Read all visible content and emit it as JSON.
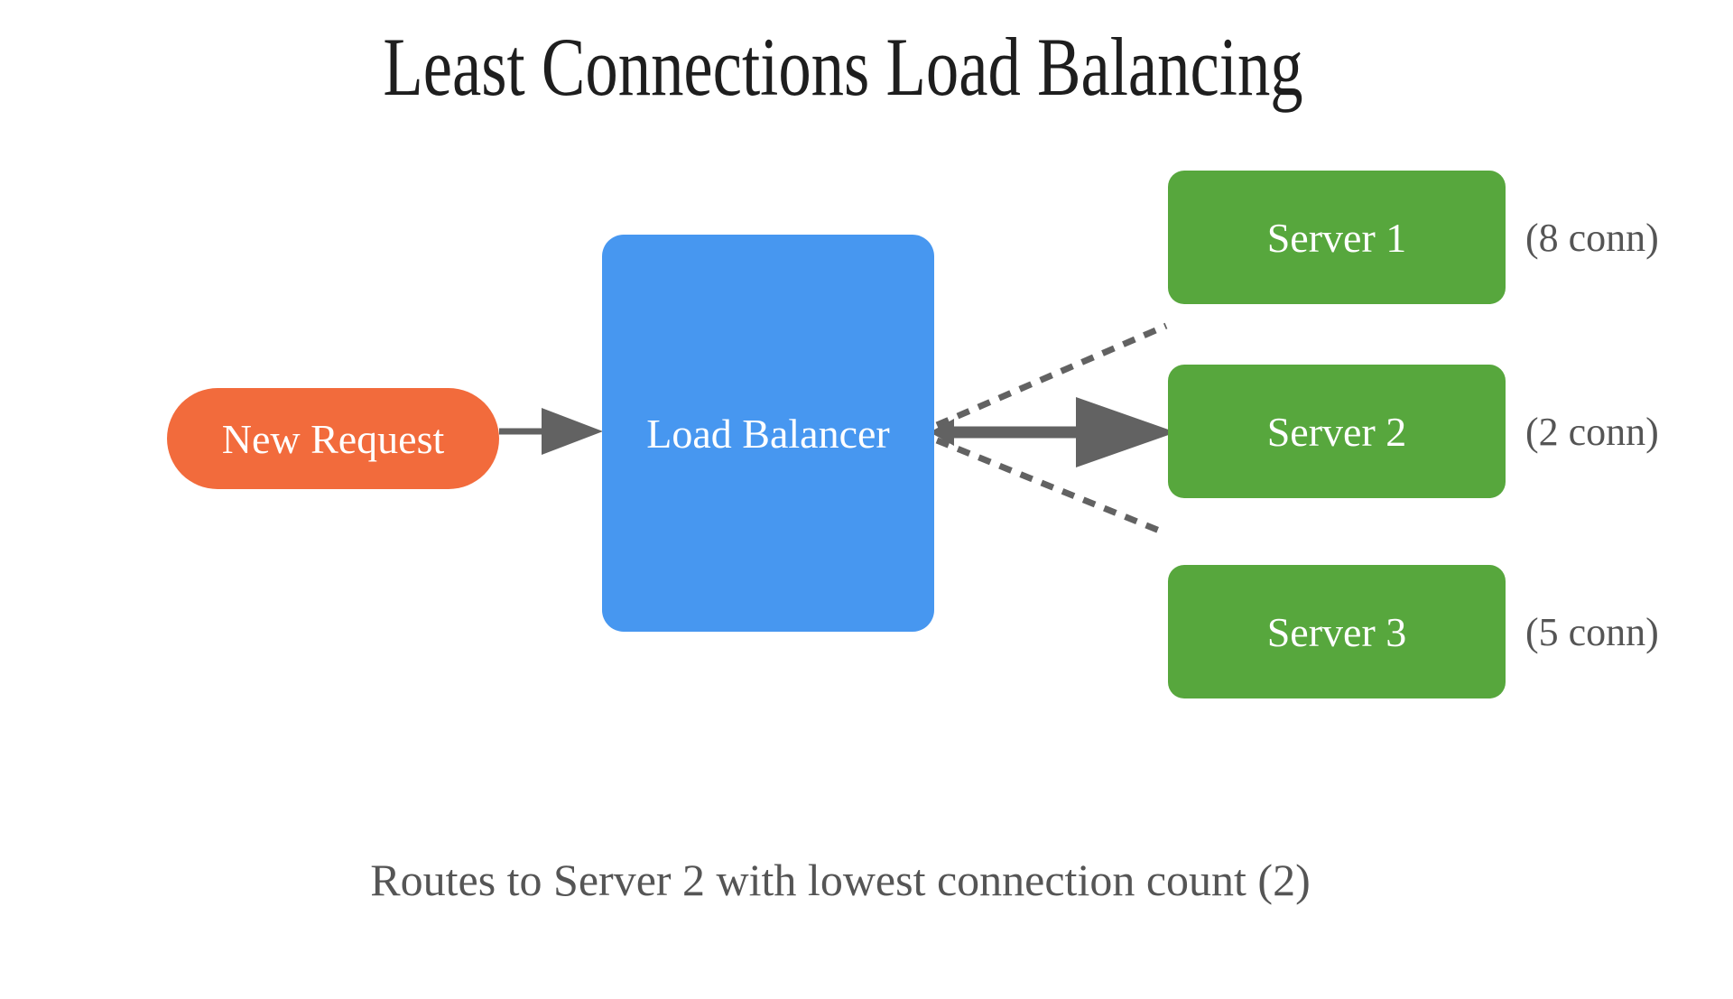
{
  "title": "Least Connections Load Balancing",
  "caption": "Routes to Server 2 with lowest connection count (2)",
  "nodes": {
    "request": {
      "label": "New Request"
    },
    "load_balancer": {
      "label": "Load Balancer"
    },
    "servers": [
      {
        "label": "Server 1",
        "connections": 8,
        "connections_label": "(8 conn)"
      },
      {
        "label": "Server 2",
        "connections": 2,
        "connections_label": "(2 conn)"
      },
      {
        "label": "Server 3",
        "connections": 5,
        "connections_label": "(5 conn)"
      }
    ]
  },
  "edges": [
    {
      "from": "New Request",
      "to": "Load Balancer",
      "style": "solid-arrow"
    },
    {
      "from": "Load Balancer",
      "to": "Server 1",
      "style": "dashed"
    },
    {
      "from": "Load Balancer",
      "to": "Server 2",
      "style": "bold-solid-arrow",
      "selected": true
    },
    {
      "from": "Load Balancer",
      "to": "Server 3",
      "style": "dashed"
    }
  ],
  "colors": {
    "background": "#ffffff",
    "request_fill": "#f26b3c",
    "load_balancer_fill": "#4797f0",
    "server_fill": "#57a73d",
    "edge_gray": "#626262",
    "title_text": "#1e1e1e",
    "muted_text": "#555555",
    "node_text": "#ffffff"
  }
}
